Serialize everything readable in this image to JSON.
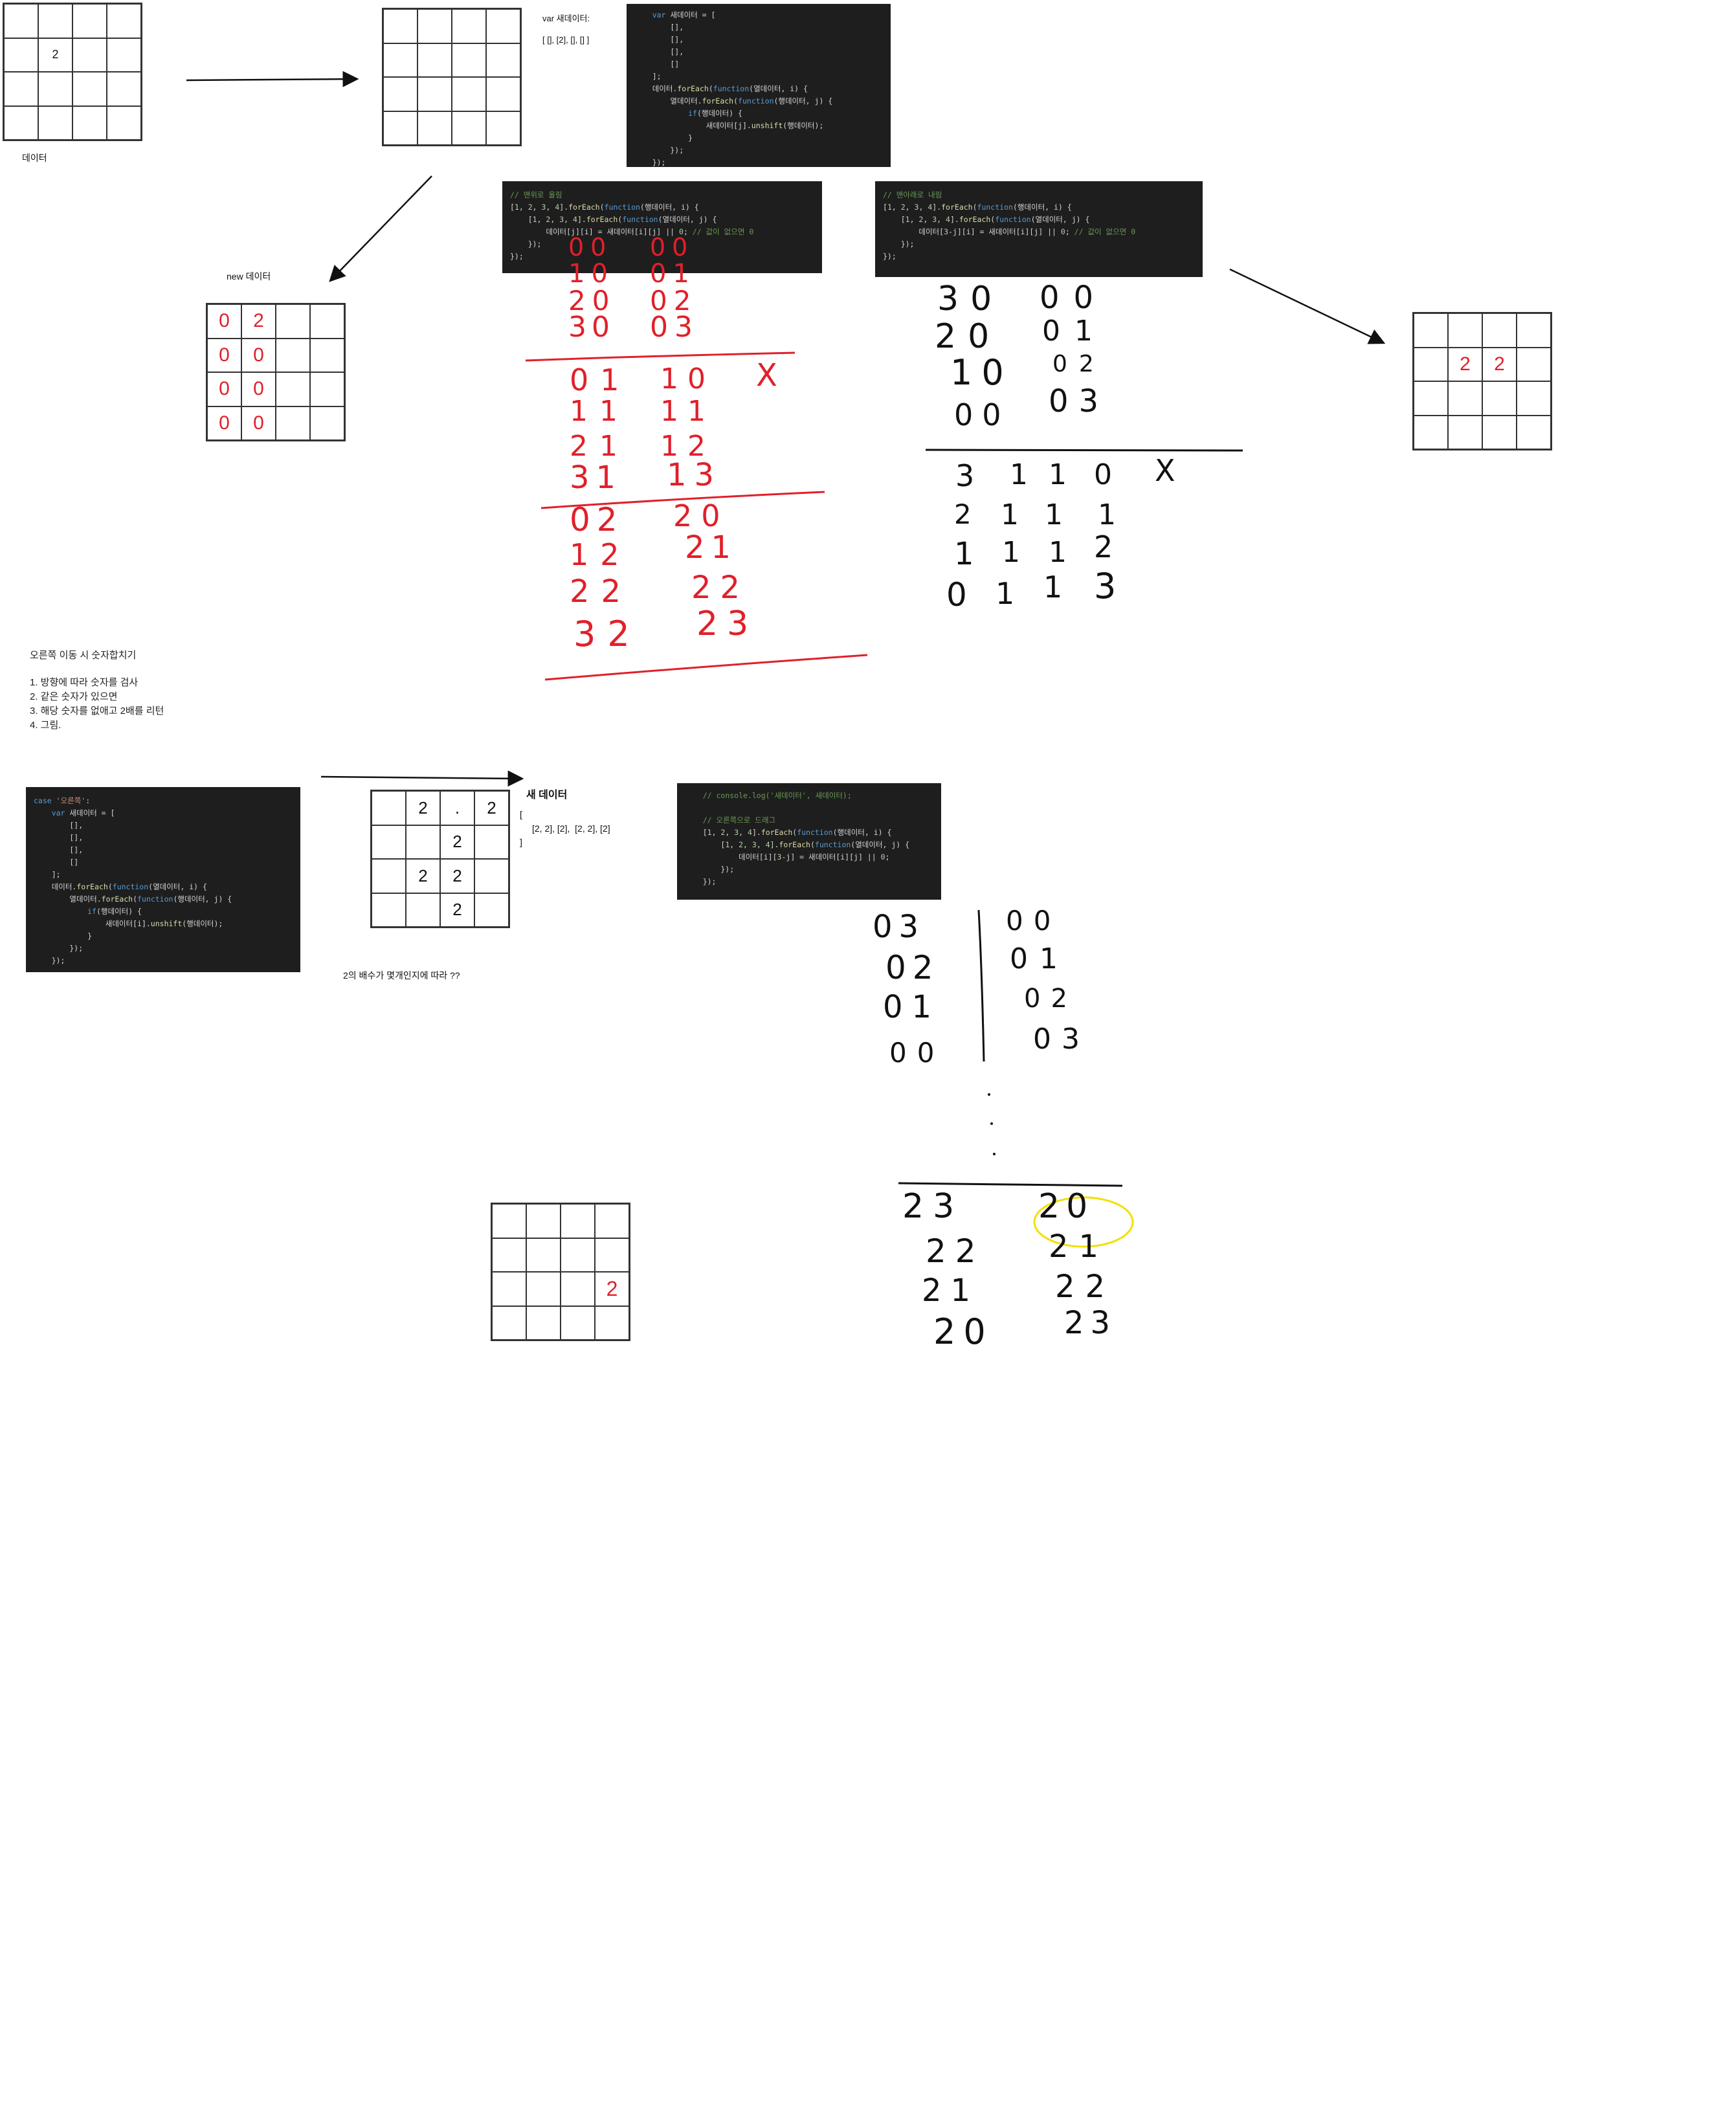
{
  "labels": {
    "data_label": "데이터",
    "new_data_label": "new 데이터",
    "var_new_data": "var 새데이터:",
    "new_data_array": "[ [], [2], [], [] ]",
    "new_data_title": "새 데이터",
    "new_data_result_open": "[",
    "new_data_result": "[2, 2], [2],  [2, 2], [2]",
    "new_data_result_close": "]",
    "multiple_note": "2의 배수가 몇개인지에 따라 ??",
    "steps_title": "오른쪽 이동 시 숫자합치기",
    "steps": [
      "1. 방향에 따라 숫자를 검사",
      "2. 같은 숫자가 있으면",
      "3. 해당 숫자를 없애고 2배를 리턴",
      "4. 그림."
    ]
  },
  "grids": {
    "g1": [
      "",
      "",
      "",
      "",
      "",
      "2",
      "",
      "",
      "",
      "",
      "",
      "",
      "",
      "",
      "",
      ""
    ],
    "g2": [
      "",
      "",
      "",
      "",
      "",
      "",
      "",
      "",
      "",
      "",
      "",
      "",
      "",
      "",
      "",
      ""
    ],
    "g3": [
      "0",
      "2",
      "",
      "",
      "0",
      "0",
      "",
      "",
      "0",
      "0",
      "",
      "",
      "0",
      "0",
      "",
      ""
    ],
    "g4": [
      "",
      "",
      "",
      "",
      "",
      "2",
      "2",
      "",
      "",
      "",
      "",
      "",
      "",
      "",
      "",
      ""
    ],
    "g5": [
      "",
      "2",
      ".",
      "2",
      "",
      "",
      "2",
      "",
      "",
      "2",
      "2",
      "",
      "",
      "",
      "2",
      ""
    ],
    "g6": [
      "",
      "",
      "",
      "",
      "",
      "",
      "",
      "",
      "",
      "",
      "",
      "2",
      "",
      "",
      "",
      ""
    ]
  },
  "code_blocks": {
    "c1": [
      "    var 새데이터 = [",
      "        [],",
      "        [],",
      "        [],",
      "        []",
      "    ];",
      "    데이터.forEach(function(열데이터, i) {",
      "        열데이터.forEach(function(행데이터, j) {",
      "            if(행데이터) {",
      "                새데이터[j].unshift(행데이터);",
      "            }",
      "        });",
      "    });"
    ],
    "c2": [
      "// 맨위로 올림",
      "[1, 2, 3, 4].forEach(function(행데이터, i) {",
      "    [1, 2, 3, 4].forEach(function(열데이터, j) {",
      "        데이터[j][i] = 새데이터[i][j] || 0; // 값이 없으면 0",
      "    });",
      "});"
    ],
    "c3": [
      "// 맨아래로 내림",
      "[1, 2, 3, 4].forEach(function(행데이터, i) {",
      "    [1, 2, 3, 4].forEach(function(열데이터, j) {",
      "        데이터[3-j][i] = 새데이터[i][j] || 0; // 값이 없으면 0",
      "    });",
      "});"
    ],
    "c4": [
      "case '오른쪽':",
      "    var 새데이터 = [",
      "        [],",
      "        [],",
      "        [],",
      "        []",
      "    ];",
      "    데이터.forEach(function(열데이터, i) {",
      "        열데이터.forEach(function(행데이터, j) {",
      "            if(행데이터) {",
      "                새데이터[i].unshift(행데이터);",
      "            }",
      "        });",
      "    });"
    ],
    "c5": [
      "    // console.log('새데이터', 새데이터);",
      "",
      "    // 오른쪽으로 드래그",
      "    [1, 2, 3, 4].forEach(function(행데이터, i) {",
      "        [1, 2, 3, 4].forEach(function(열데이터, j) {",
      "            데이터[i][3-j] = 새데이터[i][j] || 0;",
      "        });",
      "    });"
    ]
  },
  "handwriting": {
    "up_red": [
      "00",
      "00",
      "10",
      "01",
      "20",
      "02",
      "30",
      "03",
      "01",
      "10",
      "X",
      "11",
      "11",
      "21",
      "12",
      "31",
      "13",
      "02",
      "20",
      "12",
      "21",
      "22",
      "22",
      "32",
      "23"
    ],
    "down": [
      "30",
      "00",
      "20",
      "01",
      "10",
      "02",
      "00",
      "03",
      "3",
      "1",
      "1",
      "0",
      "X",
      "2",
      "1",
      "1",
      "1",
      "1",
      "1",
      "1",
      "2",
      "0",
      "1",
      "1",
      "3"
    ],
    "right": [
      "03",
      "00",
      "02",
      "01",
      "01",
      "02",
      "00",
      "03",
      "23",
      "20",
      "22",
      "21",
      "21",
      "22",
      "20",
      "23"
    ]
  },
  "colors": {
    "handwriting_red": "#e0202a",
    "highlight_yellow": "#f2e000",
    "code_bg": "#1e1e1e",
    "code_comment": "#6a9955",
    "code_keyword": "#569cd6",
    "code_fn": "#dcdcaa"
  }
}
